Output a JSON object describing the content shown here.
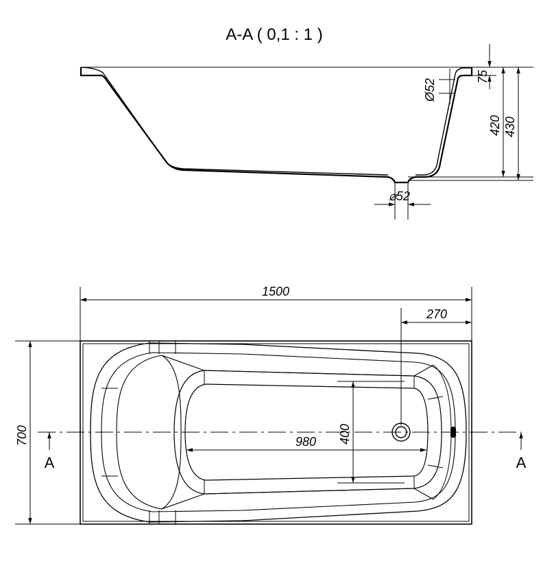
{
  "section": {
    "title": "A-A ( 0,1 : 1 )",
    "dims": {
      "rim_height": "75",
      "overflow_dia": "Ø52",
      "depth_inner": "420",
      "depth_total": "430",
      "drain_dia": "⌀52"
    }
  },
  "plan": {
    "dims": {
      "length": "1500",
      "drain_offset": "270",
      "width": "700",
      "inner_length": "980",
      "inner_width": "400"
    },
    "section_marks": {
      "left": "A",
      "right": "A"
    }
  },
  "colors": {
    "line": "#000000",
    "background": "#ffffff"
  }
}
